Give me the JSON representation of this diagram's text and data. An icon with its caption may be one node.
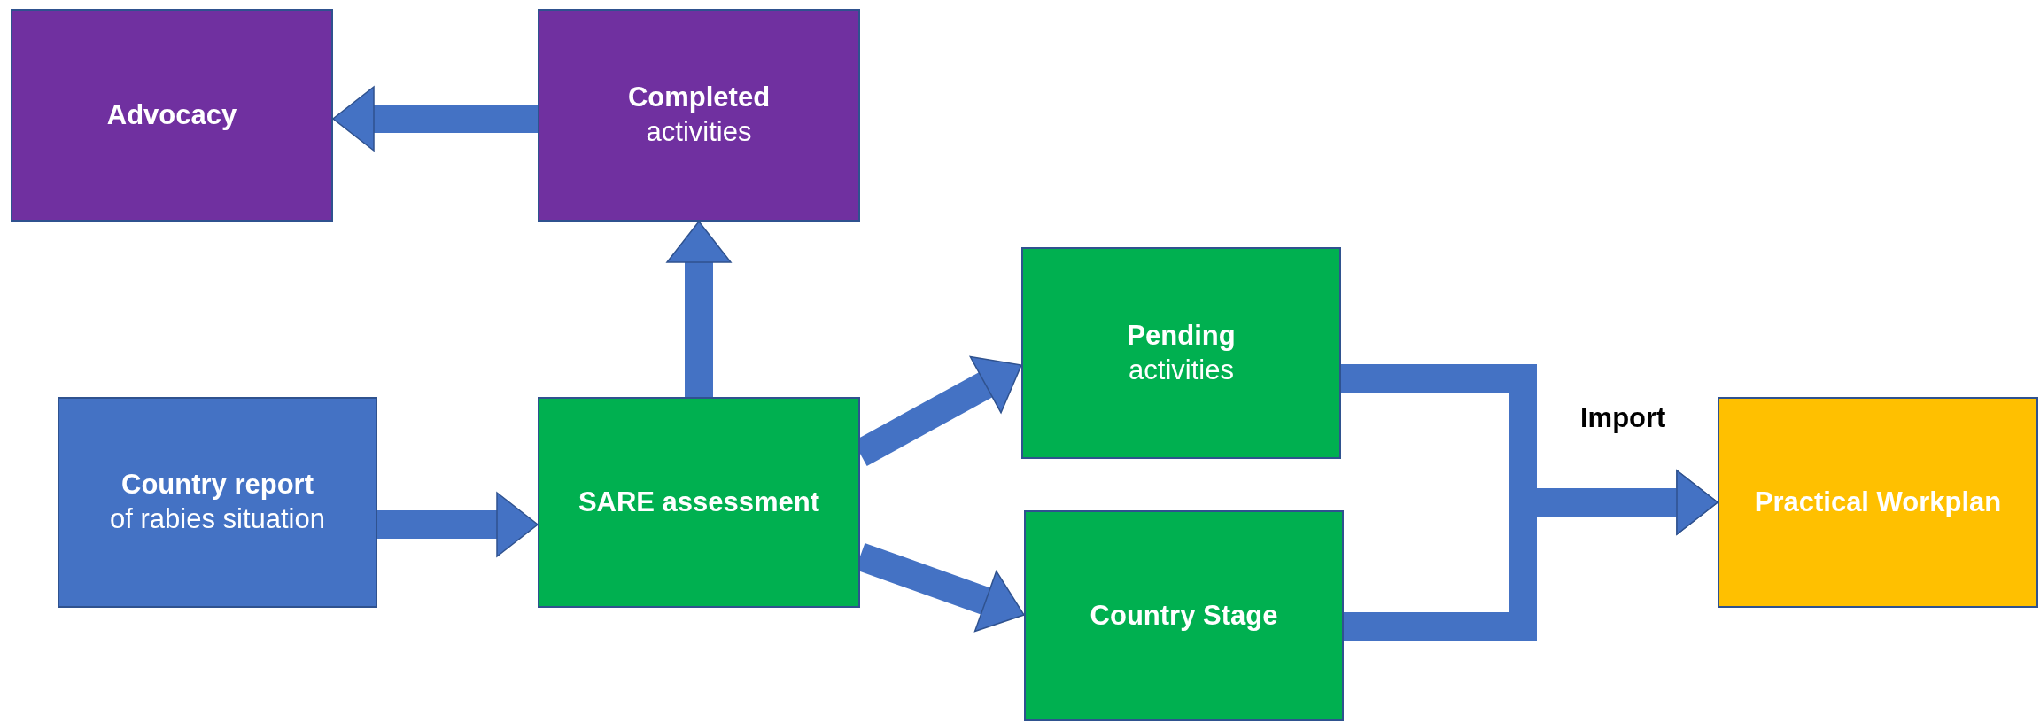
{
  "diagram": {
    "nodes": [
      {
        "text": [
          "Advocacy"
        ]
      },
      {
        "text": [
          "Completed",
          "activities"
        ]
      },
      {
        "text": [
          "Country report",
          "of rabies situation"
        ]
      },
      {
        "text": [
          "SARE assessment"
        ]
      },
      {
        "text": [
          "Pending",
          "activities"
        ]
      },
      {
        "text": [
          "Country Stage"
        ]
      },
      {
        "text": [
          "Practical Workplan"
        ]
      }
    ],
    "edges": [
      {
        "from": 2,
        "to": 3,
        "arrow": "to"
      },
      {
        "from": 3,
        "to": 1,
        "arrow": "to"
      },
      {
        "from": 1,
        "to": 0,
        "arrow": "to"
      },
      {
        "from": 3,
        "to": 4,
        "arrow": "to"
      },
      {
        "from": 3,
        "to": 5,
        "arrow": "to"
      },
      {
        "from": 4,
        "to": 6,
        "arrow": "to",
        "label": "Import"
      },
      {
        "from": 5,
        "to": 6,
        "arrow": "to"
      }
    ]
  }
}
